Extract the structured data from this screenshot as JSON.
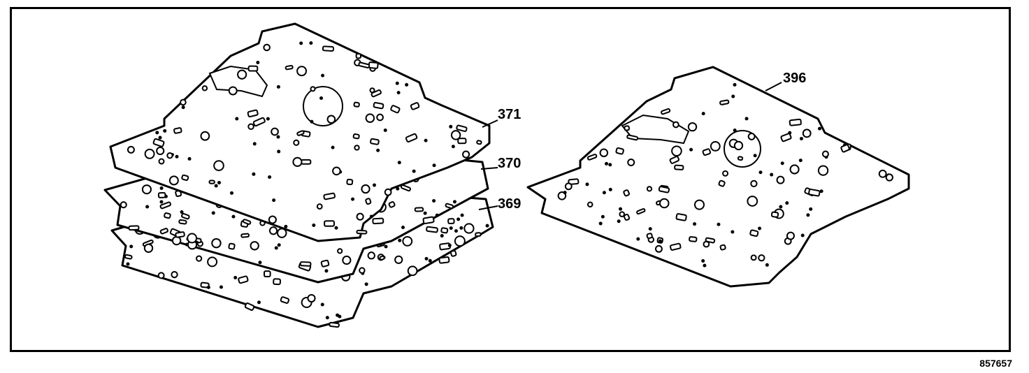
{
  "callouts": {
    "plate_371": "371",
    "plate_370": "370",
    "plate_369": "369",
    "plate_396": "396"
  },
  "figure_number": "857657",
  "colors": {
    "line": "#000000",
    "background": "#ffffff"
  }
}
